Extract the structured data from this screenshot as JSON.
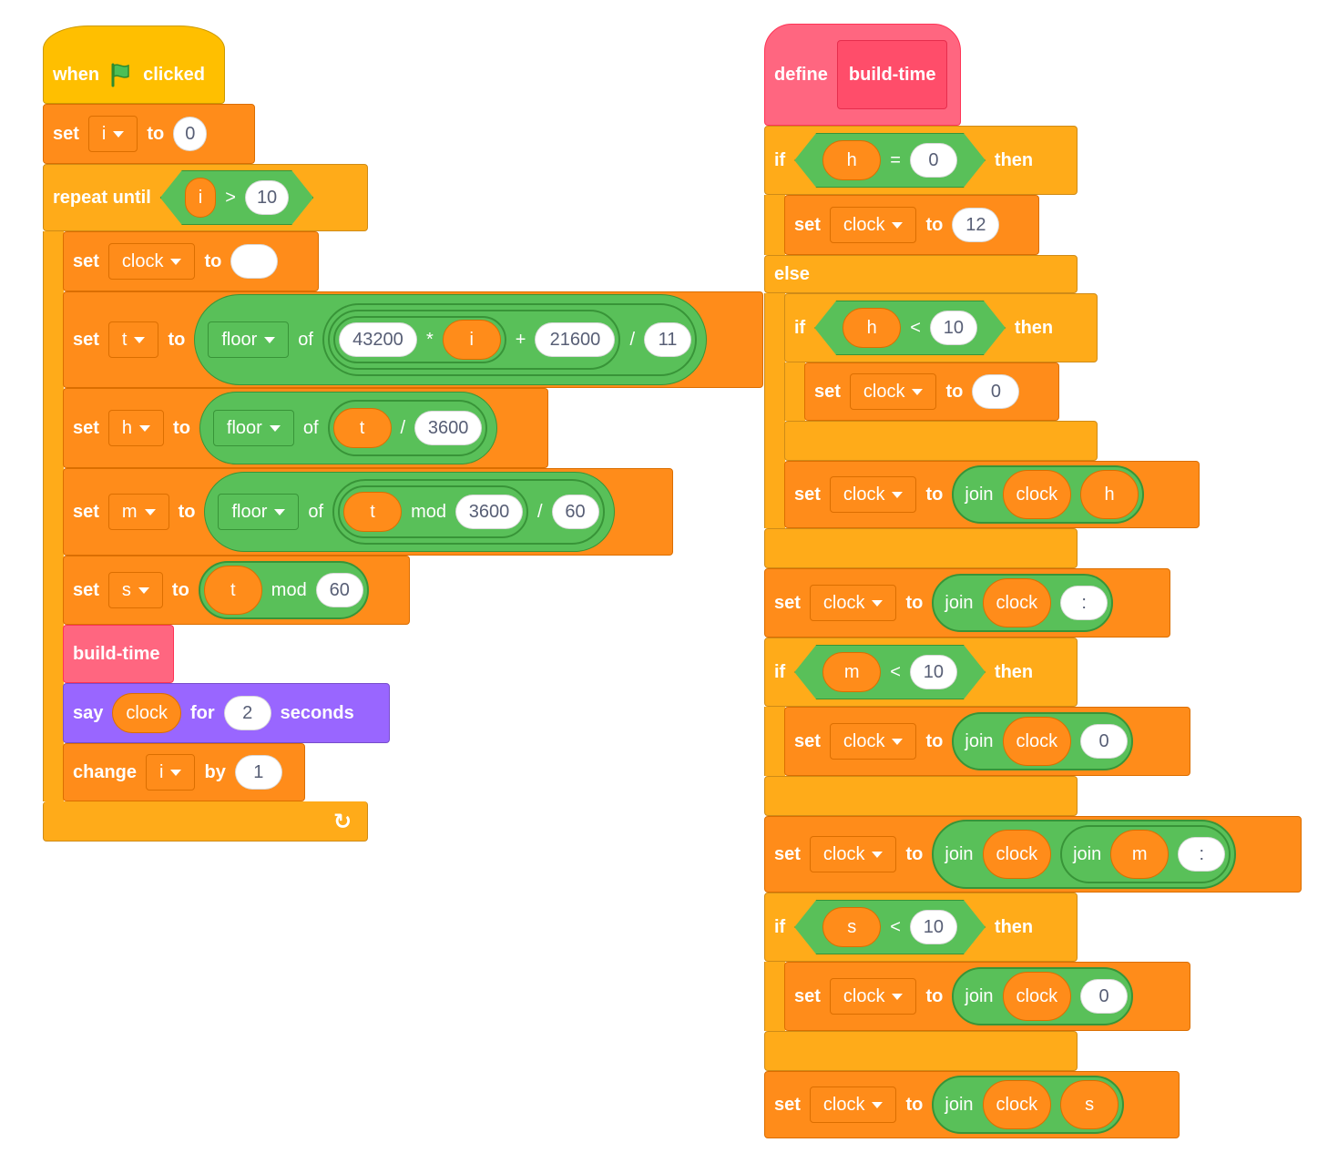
{
  "left_script": {
    "hat": {
      "when": "when",
      "flag_icon": "green-flag-icon",
      "clicked": "clicked"
    },
    "set_i": {
      "set": "set",
      "var": "i",
      "to": "to",
      "value": "0"
    },
    "repeat": {
      "label": "repeat until",
      "var": "i",
      "op": ">",
      "value": "10"
    },
    "set_clock": {
      "set": "set",
      "var": "clock",
      "to": "to",
      "value": ""
    },
    "set_t": {
      "set": "set",
      "var": "t",
      "to": "to",
      "func": "floor",
      "of": "of",
      "n1": "43200",
      "mul": "*",
      "v": "i",
      "plus": "+",
      "n2": "21600",
      "div": "/",
      "n3": "11"
    },
    "set_h": {
      "set": "set",
      "var": "h",
      "to": "to",
      "func": "floor",
      "of": "of",
      "v": "t",
      "div": "/",
      "n": "3600"
    },
    "set_m": {
      "set": "set",
      "var": "m",
      "to": "to",
      "func": "floor",
      "of": "of",
      "v": "t",
      "mod": "mod",
      "n1": "3600",
      "div": "/",
      "n2": "60"
    },
    "set_s": {
      "set": "set",
      "var": "s",
      "to": "to",
      "v": "t",
      "mod": "mod",
      "n": "60"
    },
    "call": {
      "label": "build-time"
    },
    "say": {
      "say": "say",
      "v": "clock",
      "for": "for",
      "n": "2",
      "seconds": "seconds"
    },
    "change": {
      "change": "change",
      "var": "i",
      "by": "by",
      "n": "1"
    }
  },
  "right_script": {
    "define": {
      "define": "define",
      "name": "build-time"
    },
    "if1": {
      "if": "if",
      "v": "h",
      "op": "=",
      "n": "0",
      "then": "then"
    },
    "set1": {
      "set": "set",
      "var": "clock",
      "to": "to",
      "n": "12"
    },
    "else": "else",
    "if2": {
      "if": "if",
      "v": "h",
      "op": "<",
      "n": "10",
      "then": "then"
    },
    "set2": {
      "set": "set",
      "var": "clock",
      "to": "to",
      "n": "0"
    },
    "set3": {
      "set": "set",
      "var": "clock",
      "to": "to",
      "join": "join",
      "a": "clock",
      "b": "h"
    },
    "set4": {
      "set": "set",
      "var": "clock",
      "to": "to",
      "join": "join",
      "a": "clock",
      "b": ":"
    },
    "if3": {
      "if": "if",
      "v": "m",
      "op": "<",
      "n": "10",
      "then": "then"
    },
    "set5": {
      "set": "set",
      "var": "clock",
      "to": "to",
      "join": "join",
      "a": "clock",
      "b": "0"
    },
    "set6": {
      "set": "set",
      "var": "clock",
      "to": "to",
      "join": "join",
      "a": "clock",
      "join2": "join",
      "c": "m",
      "d": ":"
    },
    "if4": {
      "if": "if",
      "v": "s",
      "op": "<",
      "n": "10",
      "then": "then"
    },
    "set7": {
      "set": "set",
      "var": "clock",
      "to": "to",
      "join": "join",
      "a": "clock",
      "b": "0"
    },
    "set8": {
      "set": "set",
      "var": "clock",
      "to": "to",
      "join": "join",
      "a": "clock",
      "b": "s"
    }
  },
  "colors": {
    "events": "#FFBF00",
    "variables": "#FF8C1A",
    "control": "#FFAB19",
    "operators": "#59C059",
    "my_blocks": "#FF6680",
    "looks": "#9966FF"
  }
}
